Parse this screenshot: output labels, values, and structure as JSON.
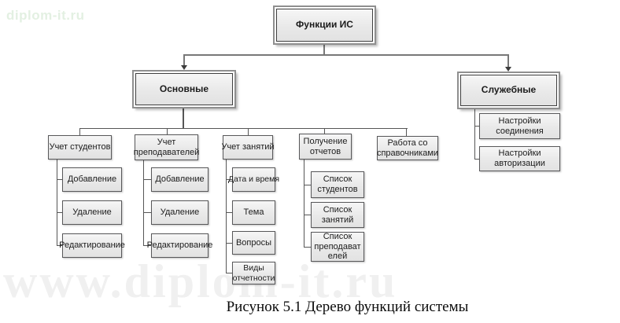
{
  "watermarks": {
    "top_left": "diplom-it.ru",
    "bottom": "www.diplom-it.ru"
  },
  "caption": "Рисунок 5.1 Дерево функций системы",
  "tree": {
    "root": {
      "label": "Функции ИС"
    },
    "branches": [
      {
        "label": "Основные",
        "children": [
          {
            "label": "Учет студентов",
            "children": [
              {
                "label": "Добавление"
              },
              {
                "label": "Удаление"
              },
              {
                "label": "Редактирование"
              }
            ]
          },
          {
            "label": "Учет преподавателей",
            "children": [
              {
                "label": "Добавление"
              },
              {
                "label": "Удаление"
              },
              {
                "label": "Редактирование"
              }
            ]
          },
          {
            "label": "Учет занятий",
            "children": [
              {
                "label": "Дата и время"
              },
              {
                "label": "Тема"
              },
              {
                "label": "Вопросы"
              },
              {
                "label": "Виды отчетности"
              }
            ]
          },
          {
            "label": "Получение отчетов",
            "children": [
              {
                "label": "Список студентов"
              },
              {
                "label": "Список занятий"
              },
              {
                "label": "Список преподавателей"
              }
            ]
          },
          {
            "label": "Работа со справочниками",
            "children": []
          }
        ]
      },
      {
        "label": "Служебные",
        "children": [
          {
            "label": "Настройки соединения"
          },
          {
            "label": "Настройки авторизации"
          }
        ]
      }
    ]
  },
  "colors": {
    "box_fill": "#ececec",
    "box_border": "#58585a",
    "connector": "#565656",
    "watermark_green": "#e3f0e2",
    "watermark_gray": "#f0f0f0"
  }
}
